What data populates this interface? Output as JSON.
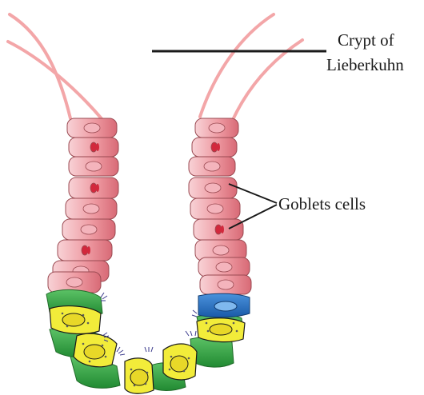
{
  "labels": {
    "crypt_line1": "Crypt of",
    "crypt_line2": "Lieberkuhn",
    "goblets": "Goblets cells"
  },
  "colors": {
    "pink_cell": "#e9828c",
    "pink_cell_light": "#f6c4c8",
    "nucleus_dark": "#d2283c",
    "nucleus_light": "#f4b4bc",
    "green_cell": "#3aa646",
    "yellow_cell": "#f2ec3a",
    "blue_cell": "#2a72c2",
    "hair": "#f3a6a8",
    "leader": "#1a1a1a"
  }
}
